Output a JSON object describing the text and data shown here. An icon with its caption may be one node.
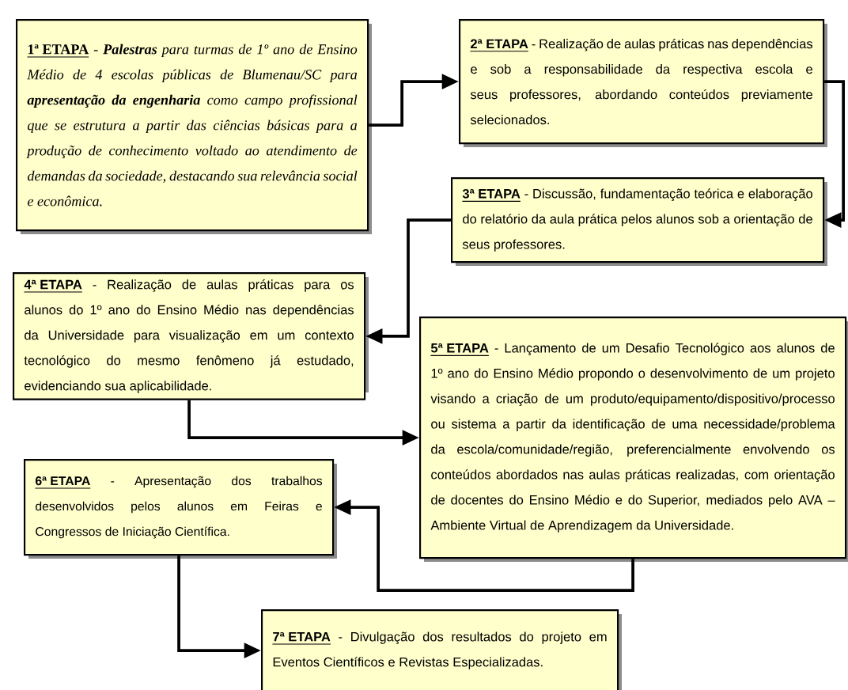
{
  "diagram": {
    "nodes": [
      {
        "text": [
          "1ª ETAPA",
          "- **Palestras** para turmas de 1º ano de Ensino Médio de 4 escolas públicas de Blumenau/SC para **apresentação da engenharia** como campo profissional que se estrutura a partir das ciências básicas para a produção de conhecimento voltado ao atendimento de demandas da sociedade, destacando sua relevância social e econômica."
        ]
      },
      {
        "text": [
          "2ª ETAPA",
          "- Realização de aulas práticas nas dependências e sob a responsabilidade da respectiva escola e seus professores, abordando conteúdos previamente selecionados."
        ]
      },
      {
        "text": [
          "3ª ETAPA",
          "- Discussão, fundamentação teórica e elaboração do relatório da aula prática pelos alunos sob a orientação de seus professores."
        ]
      },
      {
        "text": [
          "4ª ETAPA",
          "- Realização de aulas práticas para os alunos do 1º ano do Ensino Médio nas dependências da Universidade para visualização em um contexto tecnológico do mesmo fenômeno já estudado, evidenciando sua aplicabilidade."
        ]
      },
      {
        "text": [
          "5ª ETAPA",
          "- Lançamento de um Desafio Tecnológico aos alunos de 1º ano do Ensino Médio propondo o desenvolvimento de um projeto visando a criação de um produto/equipamento/dispositivo/processo ou sistema a partir da identificação de uma necessidade/problema da escola/comunidade/região, preferencialmente envolvendo os conteúdos abordados nas aulas práticas realizadas, com orientação de docentes do Ensino Médio e do Superior, mediados pelo AVA – Ambiente Virtual de Aprendizagem da Universidade."
        ]
      },
      {
        "text": [
          "6ª ETAPA",
          "- Apresentação dos trabalhos desenvolvidos pelos alunos em Feiras e Congressos de Iniciação Científica."
        ]
      },
      {
        "text": [
          "7ª ETAPA",
          "- Divulgação dos resultados do projeto em Eventos Científicos e Revistas Especializadas."
        ]
      }
    ],
    "edges": [
      {
        "from": 0,
        "to": 1,
        "arrow": "to"
      },
      {
        "from": 1,
        "to": 2,
        "arrow": "to"
      },
      {
        "from": 2,
        "to": 3,
        "arrow": "to"
      },
      {
        "from": 3,
        "to": 4,
        "arrow": "to"
      },
      {
        "from": 4,
        "to": 5,
        "arrow": "to"
      },
      {
        "from": 5,
        "to": 6,
        "arrow": "to"
      }
    ]
  }
}
